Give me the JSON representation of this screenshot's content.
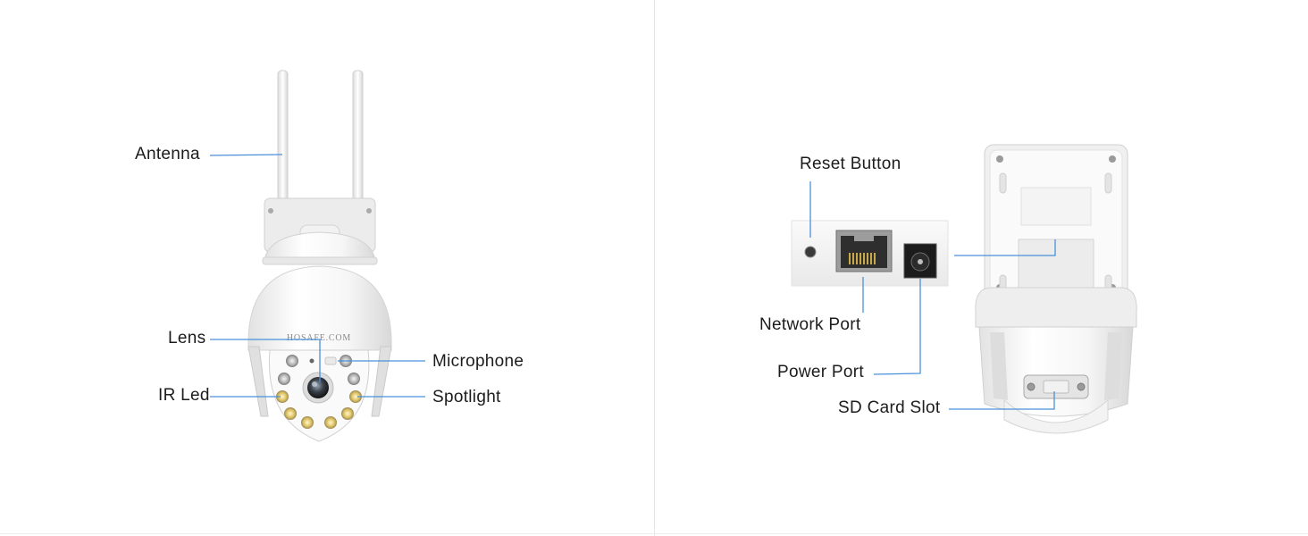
{
  "front_view": {
    "brand_text": "HOSAFE.COM",
    "labels": {
      "antenna": "Antenna",
      "lens": "Lens",
      "ir_led": "IR Led",
      "microphone": "Microphone",
      "spotlight": "Spotlight"
    }
  },
  "back_view": {
    "labels": {
      "reset_button": "Reset Button",
      "network_port": "Network Port",
      "power_port": "Power Port",
      "sd_card_slot": "SD Card Slot"
    }
  },
  "colors": {
    "callout_line": "#4a90d9",
    "camera_body": "#f4f4f4",
    "camera_shadow": "#d9d9d9",
    "divider": "#e6e6e6"
  }
}
